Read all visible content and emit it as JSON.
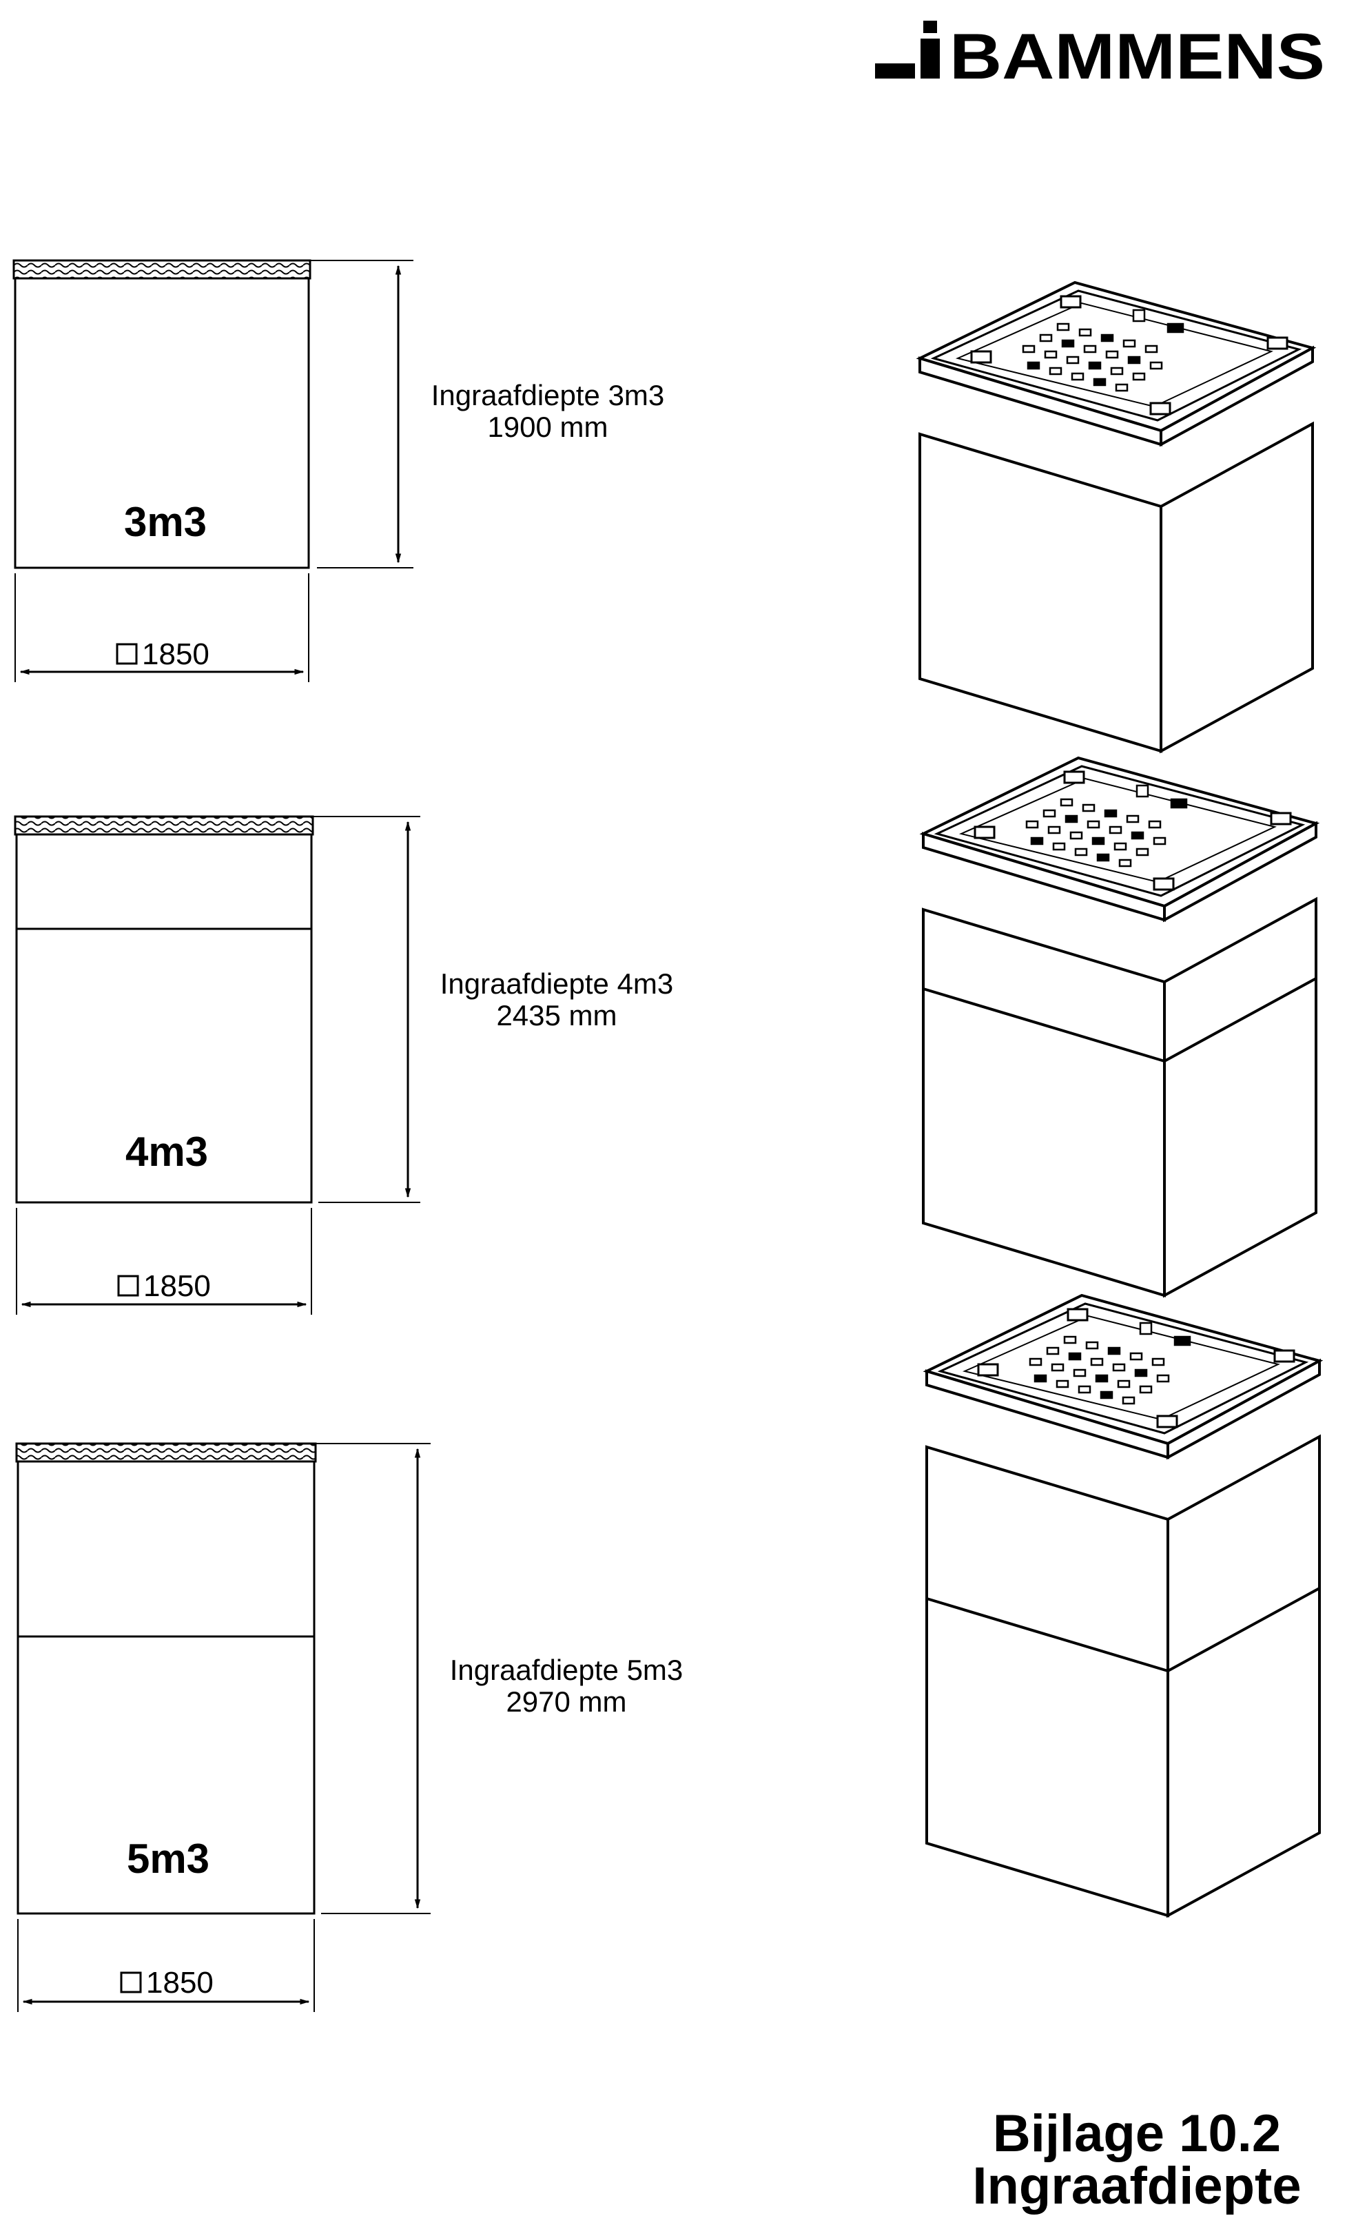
{
  "logo": {
    "brand": "BAMMENS"
  },
  "units": [
    {
      "name": "3m3",
      "depth_label": "Ingraafdiepte 3m3",
      "depth_value": "1900 mm",
      "width_label": "1850"
    },
    {
      "name": "4m3",
      "depth_label": "Ingraafdiepte 4m3",
      "depth_value": "2435 mm",
      "width_label": "1850"
    },
    {
      "name": "5m3",
      "depth_label": "Ingraafdiepte 5m3",
      "depth_value": "2970 mm",
      "width_label": "1850"
    }
  ],
  "footer": {
    "title_line1": "Bijlage 10.2",
    "title_line2": "Ingraafdiepte"
  }
}
